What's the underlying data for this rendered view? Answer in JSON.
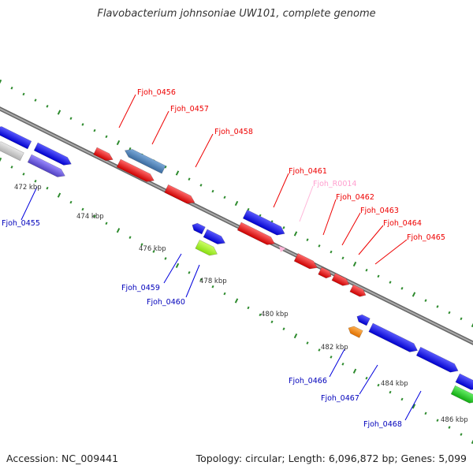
{
  "title": "Flavobacterium johnsoniae UW101, complete genome",
  "footer": {
    "accession": "Accession: NC_009441",
    "summary": "Topology: circular; Length: 6,096,872 bp; Genes: 5,099"
  },
  "kbp_ticks": [
    "472 kbp",
    "474 kbp",
    "476 kbp",
    "478 kbp",
    "480 kbp",
    "482 kbp",
    "484 kbp",
    "486 kbp"
  ],
  "labels_top": [
    "Fjoh_0456",
    "Fjoh_0457",
    "Fjoh_0458",
    "Fjoh_0461",
    "Fjoh_R0014",
    "Fjoh_0462",
    "Fjoh_0463",
    "Fjoh_0464",
    "Fjoh_0465"
  ],
  "labels_bottom": [
    "Fjoh_0455",
    "Fjoh_0459",
    "Fjoh_0460",
    "Fjoh_0466",
    "Fjoh_0467",
    "Fjoh_0468"
  ],
  "colors": {
    "red": "#ee0000",
    "blue": "#0000e0",
    "steel": "#4a7fb5",
    "violet": "#6a5acd",
    "gray": "#c8c8c8",
    "lime": "#99ee22",
    "orange": "#ff8c00",
    "green": "#22cc22",
    "pink": "#ffb6d9",
    "backbone": "#888888",
    "dots": "#2e8b2e"
  }
}
